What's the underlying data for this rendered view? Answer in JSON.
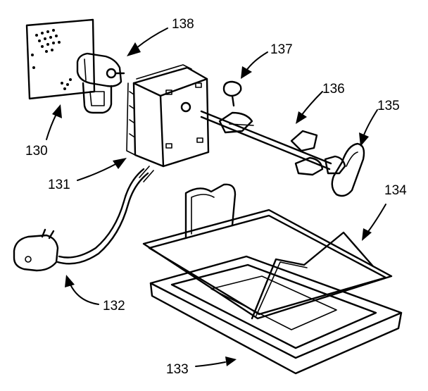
{
  "callouts": {
    "c130": "130",
    "c131": "131",
    "c132": "132",
    "c133": "133",
    "c134": "134",
    "c135": "135",
    "c136": "136",
    "c137": "137",
    "c138": "138"
  },
  "colors": {
    "ink": "#000000",
    "paper": "#ffffff"
  }
}
